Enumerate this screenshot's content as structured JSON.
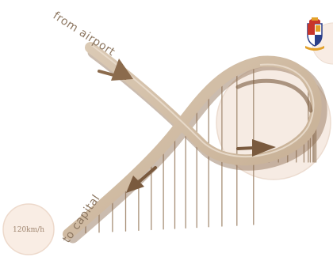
{
  "labels": {
    "from_airport": "from airport",
    "to_capital": "to capital",
    "speed_limit": "120km/h"
  },
  "colors": {
    "ramp_fill": "#ccb79e",
    "ramp_shadow": "#7a5a3e",
    "arrow": "#8b6b4d",
    "pillar": "#a78f77",
    "circle_fill": "#f6ebe3",
    "circle_stroke": "#e6d4c6",
    "label": "#8c7660"
  },
  "icons": [
    "crest-icon"
  ]
}
